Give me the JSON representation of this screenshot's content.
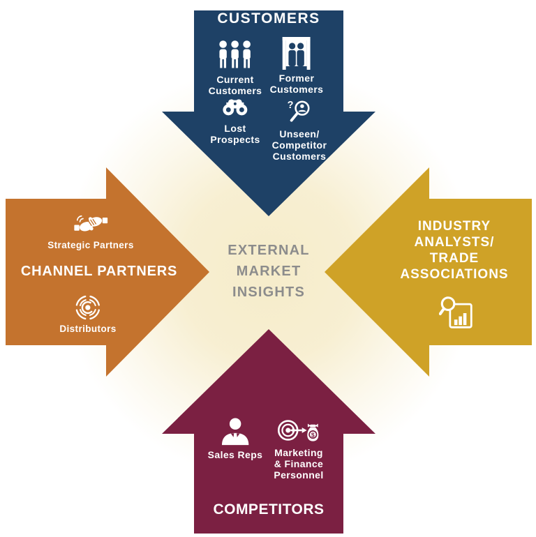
{
  "colors": {
    "navy": "#1e4166",
    "orange": "#c4732e",
    "gold": "#cfa227",
    "maroon": "#7b2042",
    "gray_text": "#8c8c8c",
    "glow": "#f6ecca"
  },
  "center": {
    "lines": [
      "EXTERNAL",
      "MARKET",
      "INSIGHTS"
    ]
  },
  "customers": {
    "title": "CUSTOMERS",
    "items": [
      {
        "icon": "three-people-icon",
        "lines": [
          "Current",
          "Customers"
        ]
      },
      {
        "icon": "exit-door-icon",
        "lines": [
          "Former",
          "Customers"
        ]
      },
      {
        "icon": "binoculars-icon",
        "lines": [
          "Lost",
          "Prospects"
        ]
      },
      {
        "icon": "magnifier-person-icon",
        "lines": [
          "Unseen/",
          "Competitor",
          "Customers"
        ]
      }
    ]
  },
  "channel_partners": {
    "title": "CHANNEL PARTNERS",
    "items": [
      {
        "icon": "handshake-icon",
        "lines": [
          "Strategic Partners"
        ]
      },
      {
        "icon": "broadcast-target-icon",
        "lines": [
          "Distributors"
        ]
      }
    ]
  },
  "industry": {
    "lines": [
      "INDUSTRY",
      "ANALYSTS/",
      "TRADE",
      "ASSOCIATIONS"
    ],
    "icon": "magnifier-barchart-icon"
  },
  "competitors": {
    "title": "COMPETITORS",
    "items": [
      {
        "icon": "salesperson-icon",
        "lines": [
          "Sales Reps"
        ]
      },
      {
        "icon": "dartboard-moneybag-icon",
        "lines": [
          "Marketing",
          "& Finance",
          "Personnel"
        ]
      }
    ]
  }
}
